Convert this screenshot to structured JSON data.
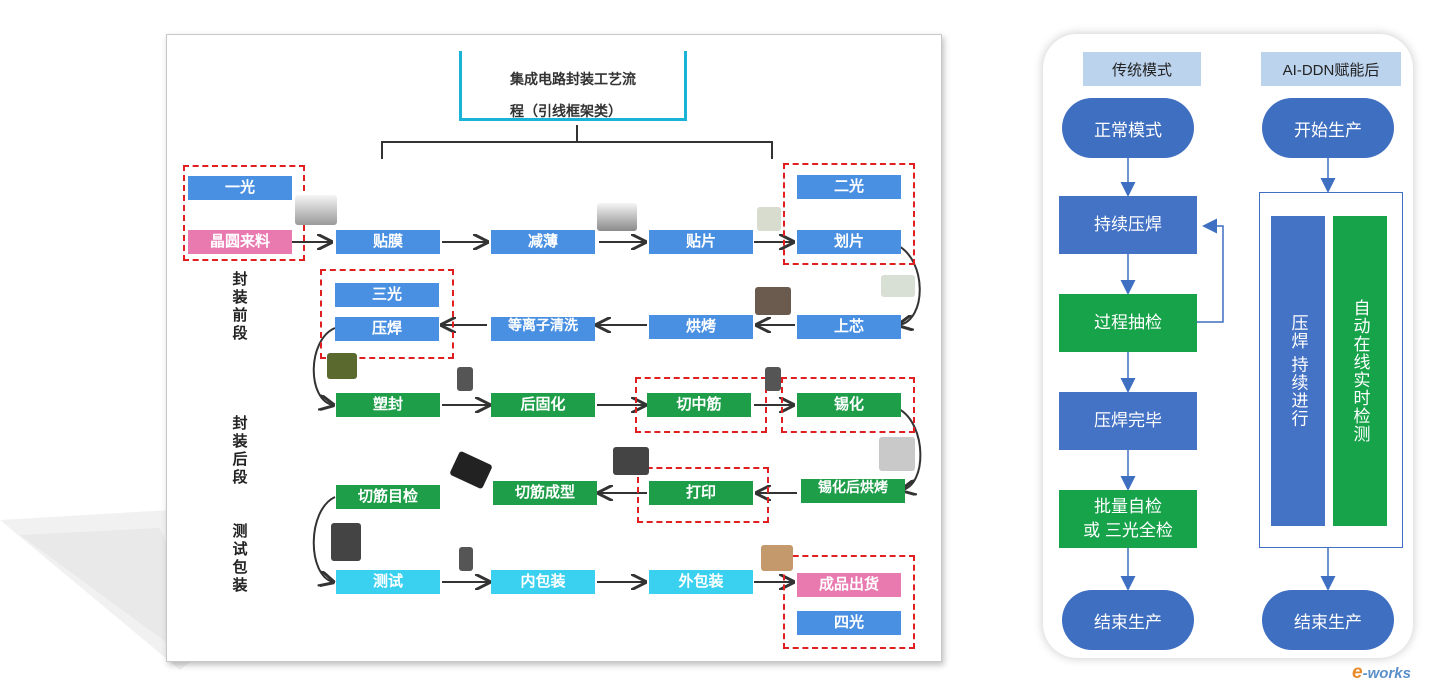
{
  "left": {
    "title_line1": "集成电路封装工艺流",
    "title_line2": "程（引线框架类）",
    "stages": {
      "front": "封装前段",
      "back": "封装后段",
      "test": "测试包装"
    },
    "boxes": {
      "yiguang": "一光",
      "jingyuan": "晶圆来料",
      "tiemo": "贴膜",
      "jianbao": "减薄",
      "tiepian": "贴片",
      "erguang": "二光",
      "huapian": "划片",
      "sanguang": "三光",
      "hanya": "压焊",
      "dengli": "等离子清洗",
      "hongkao": "烘烤",
      "shangxin": "上芯",
      "sufeng": "塑封",
      "hougu": "后固化",
      "qiezhongjin": "切中筋",
      "xihua": "锡化",
      "qiejinmujian": "切筋目检",
      "qiejinchengxing": "切筋成型",
      "dayin": "打印",
      "xihuahou": "锡化后烘烤",
      "ceshi": "测试",
      "neibaozhuang": "内包装",
      "waibaozhuang": "外包装",
      "chengpin": "成品出货",
      "siguang": "四光"
    }
  },
  "right": {
    "head_left": "传统模式",
    "head_right": "AI-DDN赋能后",
    "left_flow": {
      "start": "正常模式",
      "step1": "持续压焊",
      "step2": "过程抽检",
      "step3": "压焊完毕",
      "step4_l1": "批量自检",
      "step4_l2": "或 三光全检",
      "end": "结束生产"
    },
    "right_flow": {
      "start": "开始生产",
      "bar1": "压焊 持续进行",
      "bar2": "自动在线实时检测",
      "end": "结束生产"
    }
  },
  "logo": {
    "e": "e",
    "rest": "-works"
  }
}
